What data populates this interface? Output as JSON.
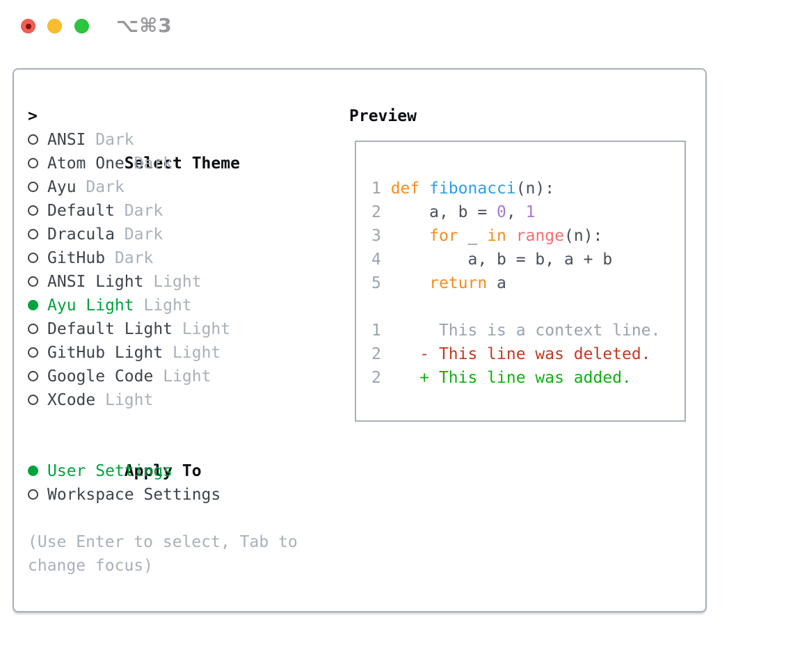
{
  "palette": {
    "keyword": "#f68c1e",
    "function": "#2d9fe6",
    "number": "#a678d8",
    "builtin": "#f37070",
    "code_text": "#4a4f57",
    "lineno": "#9ba2ae",
    "context": "#9ba2ae",
    "deleted": "#c23a1e",
    "added": "#0db20d",
    "selected": "#00a33c",
    "item": "#3e434b",
    "muted": "#a9b0ba",
    "heading": "#0c0e12",
    "panel_border": "#a9b0bb",
    "traffic_red": "#f25d54",
    "traffic_red_dot": "#7e150b",
    "traffic_yellow": "#fcbc2f",
    "traffic_green": "#2cc53e",
    "title_gray": "#97979c"
  },
  "window": {
    "title": "⌥⌘3"
  },
  "theme_panel": {
    "prompt": ">",
    "title": "Select Theme",
    "themes": [
      {
        "name": "ANSI",
        "variant": "Dark",
        "selected": false
      },
      {
        "name": "Atom One",
        "variant": "Dark",
        "selected": false
      },
      {
        "name": "Ayu",
        "variant": "Dark",
        "selected": false
      },
      {
        "name": "Default",
        "variant": "Dark",
        "selected": false
      },
      {
        "name": "Dracula",
        "variant": "Dark",
        "selected": false
      },
      {
        "name": "GitHub",
        "variant": "Dark",
        "selected": false
      },
      {
        "name": "ANSI Light",
        "variant": "Light",
        "selected": false
      },
      {
        "name": "Ayu Light",
        "variant": "Light",
        "selected": true
      },
      {
        "name": "Default Light",
        "variant": "Light",
        "selected": false
      },
      {
        "name": "GitHub Light",
        "variant": "Light",
        "selected": false
      },
      {
        "name": "Google Code",
        "variant": "Light",
        "selected": false
      },
      {
        "name": "XCode",
        "variant": "Light",
        "selected": false
      }
    ],
    "apply_to": {
      "title": "Apply To",
      "options": [
        {
          "label": "User Settings",
          "selected": true
        },
        {
          "label": "Workspace Settings",
          "selected": false
        }
      ]
    },
    "hint_lines": [
      "(Use Enter to select, Tab to",
      "change focus)"
    ]
  },
  "preview": {
    "title": "Preview",
    "lines": [
      {
        "tokens": [
          {
            "t": "1 ",
            "c": "lineno"
          },
          {
            "t": "def",
            "c": "keyword"
          },
          {
            "t": " ",
            "c": "text"
          },
          {
            "t": "fibonacci",
            "c": "function"
          },
          {
            "t": "(n):",
            "c": "text"
          }
        ]
      },
      {
        "tokens": [
          {
            "t": "2     ",
            "c": "lineno"
          },
          {
            "t": "a, b = ",
            "c": "text"
          },
          {
            "t": "0",
            "c": "number"
          },
          {
            "t": ", ",
            "c": "text"
          },
          {
            "t": "1",
            "c": "number"
          }
        ]
      },
      {
        "tokens": [
          {
            "t": "3     ",
            "c": "lineno"
          },
          {
            "t": "for",
            "c": "keyword"
          },
          {
            "t": " _ ",
            "c": "text"
          },
          {
            "t": "in",
            "c": "keyword"
          },
          {
            "t": " ",
            "c": "text"
          },
          {
            "t": "range",
            "c": "builtin"
          },
          {
            "t": "(n):",
            "c": "text"
          }
        ]
      },
      {
        "tokens": [
          {
            "t": "4         ",
            "c": "lineno"
          },
          {
            "t": "a, b = b, a + b",
            "c": "text"
          }
        ]
      },
      {
        "tokens": [
          {
            "t": "5     ",
            "c": "lineno"
          },
          {
            "t": "return",
            "c": "keyword"
          },
          {
            "t": " a",
            "c": "text"
          }
        ]
      },
      {
        "tokens": []
      },
      {
        "tokens": [
          {
            "t": "1",
            "c": "lineno"
          },
          {
            "t": "      This is a context line.",
            "c": "context"
          }
        ]
      },
      {
        "tokens": [
          {
            "t": "2",
            "c": "lineno"
          },
          {
            "t": "    ",
            "c": "text"
          },
          {
            "t": "- This line was deleted.",
            "c": "deleted"
          }
        ]
      },
      {
        "tokens": [
          {
            "t": "2",
            "c": "lineno"
          },
          {
            "t": "    ",
            "c": "text"
          },
          {
            "t": "+ This line was added.",
            "c": "added"
          }
        ]
      }
    ]
  }
}
